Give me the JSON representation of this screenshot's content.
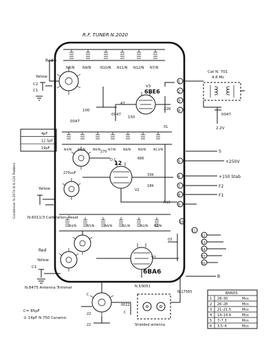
{
  "title": "R.F. TUNER N.2020",
  "coils": {
    "top": [
      "N8/N",
      "N9/N",
      "N10/N",
      "N11/N",
      "N12/N",
      "N7/N"
    ],
    "mid": [
      "N4/N",
      "N5/N",
      "N6/N",
      "N7/N",
      "N8/N",
      "N9/N",
      "N13/N"
    ],
    "low": [
      "N4/N",
      "N5/N",
      "N6/N",
      "N1/N",
      "N2/N",
      "N3/N"
    ]
  },
  "tubes": {
    "v3": {
      "ref": "V3",
      "type": "6BE6"
    },
    "v2": {
      "ref": "V2",
      "type": "12"
    },
    "v1": {
      "ref": "V1",
      "type": "6BA6"
    }
  },
  "if_can": {
    "line1": "Cat N. 701",
    "line2": "4.6 Mc"
  },
  "padders": {
    "label": "Condenser N.2974–B N.124 Padders",
    "values": [
      "4pF",
      "12.5pF",
      "19pF"
    ]
  },
  "labels": {
    "red": "Red",
    "yellow_top": "Yellow",
    "c2": "C2",
    "c1_osc": "C1",
    "yellow_mid": "Yellow",
    "calibration": "N.6011/3 Calibration Reset",
    "red2": "Red",
    "yellow_low": "Yellow",
    "c1_ant": "C1",
    "antenna_trimmer": "N.8475 Antenna Trimmer",
    "footnote1": "C= 85pF",
    "footnote2": "① 14pF N 750 Ceramic",
    "shielded": "Shielded antenna",
    "nref1": "N.5/9051",
    "nref2": "N.17583",
    "l_22k": "22K",
    "l_47": "47",
    "l_100": "100",
    "l_0047a": "0047",
    "l_0047b": "0047",
    "l_0047c": "0047",
    "l_22v": "2.2V",
    "l_150": "150",
    "l_270": "270",
    "l_270uuf": "270uuF",
    "l_68k": "68K",
    "l_33k": "33K",
    "l_18k": "18K",
    "l_03": "03",
    "l_01": "01",
    "l_0022": "0022",
    "l_r15": "R15",
    "l_c_a": "C",
    "l_c_b": "C",
    "l_22a": "22",
    "l_22b": "22",
    "l_dc": "D.C"
  },
  "terminals": [
    {
      "num": "1",
      "name": ""
    },
    {
      "num": "2",
      "name": ""
    },
    {
      "num": "3",
      "name": ""
    },
    {
      "num": "4",
      "name": ""
    },
    {
      "num": "5",
      "name": "+250V"
    },
    {
      "num": "6",
      "name": "+150 Stab"
    },
    {
      "num": "7",
      "name": "F2"
    },
    {
      "num": "8",
      "name": "F1"
    },
    {
      "num": "9",
      "name": ""
    },
    {
      "num": "10",
      "name": ""
    },
    {
      "num": "11",
      "name": ""
    },
    {
      "num": "12",
      "name": ""
    },
    {
      "num": "13",
      "name": ""
    },
    {
      "num": "14",
      "name": ""
    },
    {
      "num": "15",
      "name": ""
    },
    {
      "num": "16",
      "name": ""
    }
  ],
  "side_labels": {
    "s": "S",
    "b": "B"
  },
  "bands_table": {
    "title": "BANDS",
    "rows": [
      [
        "1",
        "28–30",
        "Mcs"
      ],
      [
        "2",
        "26–28",
        "Mcs"
      ],
      [
        "3",
        "21–21.5",
        "Mcs"
      ],
      [
        "4",
        "14–14.4",
        "Mcs"
      ],
      [
        "5",
        "7–7.3",
        "Mcs"
      ],
      [
        "6",
        "3.5–4",
        "Mcs"
      ]
    ]
  }
}
